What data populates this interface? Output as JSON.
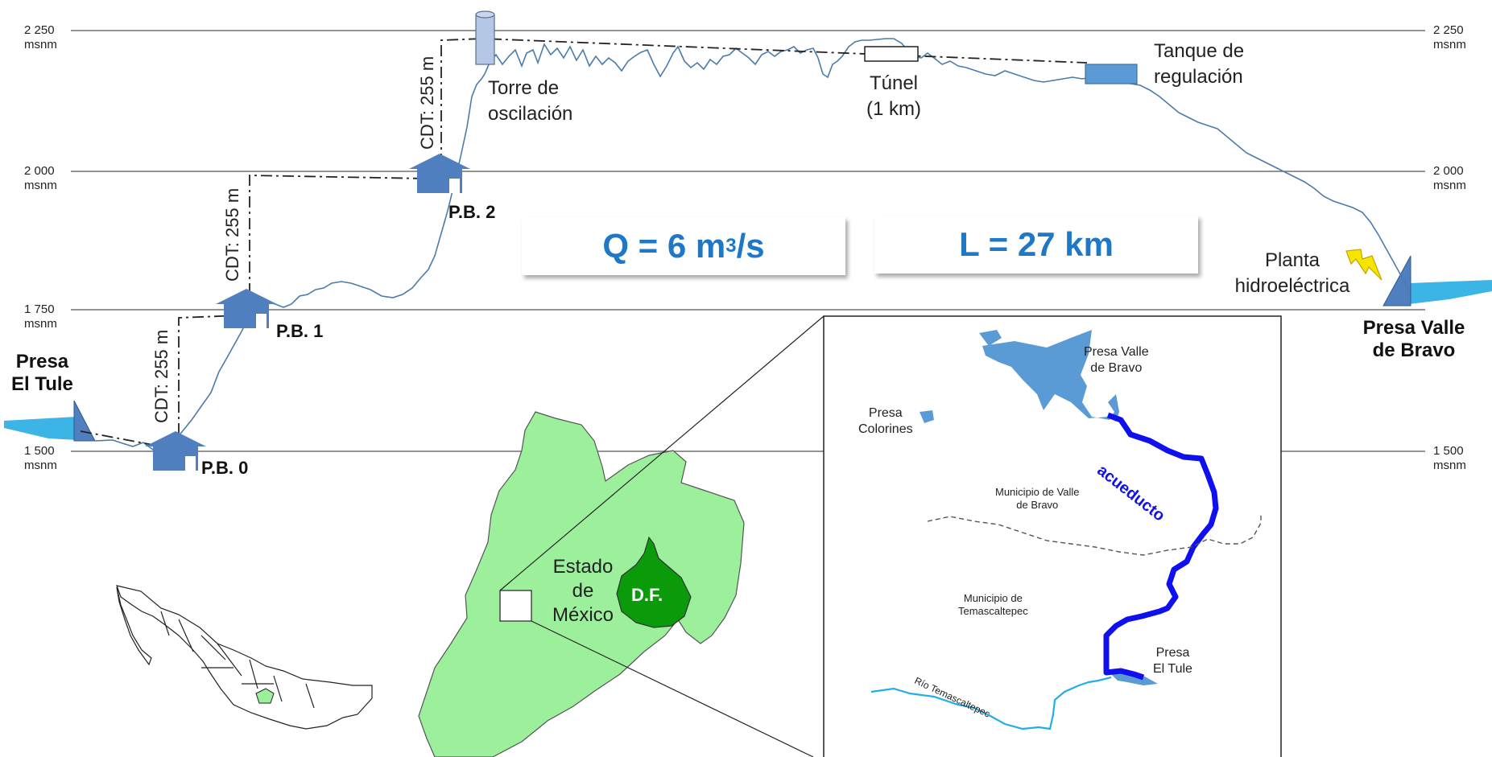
{
  "elevation_axis": {
    "levels": [
      "2 250",
      "2 000",
      "1 750",
      "1 500"
    ],
    "unit": "msnm"
  },
  "stations": {
    "pb0": "P.B. 0",
    "pb1": "P.B. 1",
    "pb2": "P.B. 2"
  },
  "cdt": [
    "CDT: 255 m",
    "CDT: 255 m",
    "CDT: 255 m"
  ],
  "labels": {
    "presa_el_tule": [
      "Presa",
      "El Tule"
    ],
    "torre": [
      "Torre de",
      "oscilación"
    ],
    "tunel": [
      "Túnel",
      "(1 km)"
    ],
    "tanque": [
      "Tanque de",
      "regulación"
    ],
    "planta": [
      "Planta",
      "hidroeléctrica"
    ],
    "presa_valle": [
      "Presa Valle",
      "de Bravo"
    ]
  },
  "flow_box": {
    "q": "Q = 6 m",
    "sup": "3",
    "unit": "/s"
  },
  "length_box": "L = 27 km",
  "state_map": {
    "estado": [
      "Estado",
      "de",
      "México"
    ],
    "df": "D.F."
  },
  "detail_map": {
    "presa_valle": [
      "Presa Valle",
      "de Bravo"
    ],
    "presa_colorines": [
      "Presa",
      "Colorines"
    ],
    "acueducto": "acueducto",
    "mun_valle": [
      "Municipio de Valle",
      "de Bravo"
    ],
    "mun_temas": [
      "Municipio de",
      "Temascaltepec"
    ],
    "presa_tule": [
      "Presa",
      "El Tule"
    ],
    "rio": "Río Temascaltepec"
  },
  "colors": {
    "profile_line": "#4a7bab",
    "station": "#4f7fbf",
    "water": "#3cb4e6",
    "state_fill": "#9cf09c",
    "df_fill": "#0a9a0a",
    "lake": "#5b9bd5",
    "aqueduct": "#1010ee",
    "value_text": "#1f77c8"
  }
}
